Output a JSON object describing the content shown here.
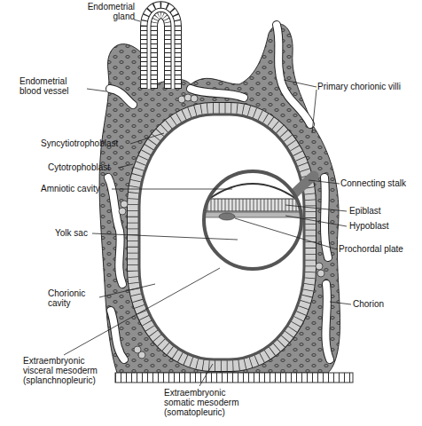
{
  "diagram": {
    "labels": [
      "Endometrial gland",
      "Endometrial blood vessel",
      "Primary chorionic villi",
      "Syncytiotrophoblast",
      "Cytotrophoblast",
      "Connecting stalk",
      "Amniotic cavity",
      "Epiblast",
      "Hypoblast",
      "Yolk sac",
      "Prochordal plate",
      "Chorionic cavity",
      "Chorion",
      "Extraembryonic visceral mesoderm (splanchnopleuric)",
      "Extraembryonic somatic mesoderm (somatopleuric)"
    ]
  }
}
